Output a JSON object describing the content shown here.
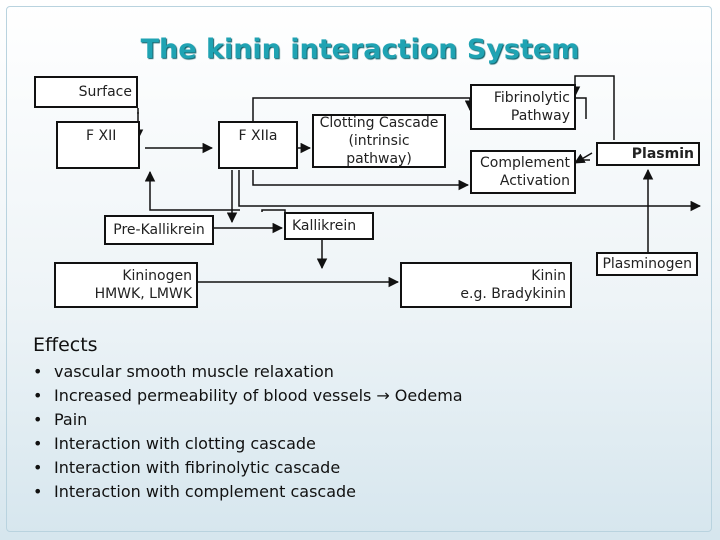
{
  "title": "The kinin interaction System",
  "nodes": {
    "surface": "Surface",
    "fxii": "F XII",
    "fxiia": "F XIIa",
    "clotting": "Clotting Cascade\n(intrinsic pathway)",
    "fibrinolytic": "Fibrinolytic\nPathway",
    "complement": "Complement\nActivation",
    "plasmin": "Plasmin",
    "prekallikrein": "Pre-Kallikrein",
    "kallikrein": "Kallikrein",
    "kininogen": "Kininogen\nHMWK, LMWK",
    "kinin": "Kinin\ne.g. Bradykinin",
    "plasminogen": "Plasminogen"
  },
  "effects": {
    "heading": "Effects",
    "bullet": "•",
    "items": [
      {
        "text": "vascular smooth muscle relaxation"
      },
      {
        "text": "Increased permeability of blood vessels",
        "arrow": "→",
        "suffix": "Oedema"
      },
      {
        "text": "Pain"
      },
      {
        "text": "Interaction with clotting cascade"
      },
      {
        "text": "Interaction with fibrinolytic cascade"
      },
      {
        "text": "Interaction with complement cascade"
      }
    ]
  }
}
